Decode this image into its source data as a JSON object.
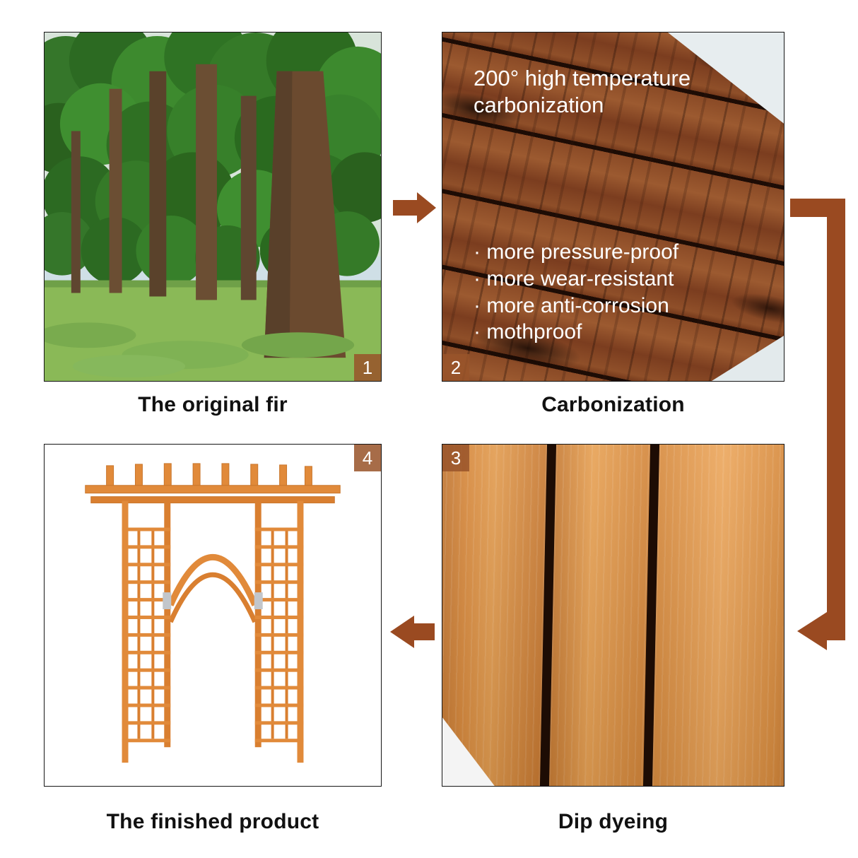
{
  "figure": {
    "steps": [
      {
        "badge": "1",
        "caption": "The original fir"
      },
      {
        "badge": "2",
        "caption": "Carbonization",
        "overlay_title_line1": "200° high temperature",
        "overlay_title_line2": "carbonization",
        "bullets": [
          "· more pressure-proof",
          "· more wear-resistant",
          "· more anti-corrosion",
          "· mothproof"
        ]
      },
      {
        "badge": "3",
        "caption": "Dip dyeing"
      },
      {
        "badge": "4",
        "caption": "The finished product"
      }
    ]
  },
  "colors": {
    "arrow": "#9a4a21",
    "badge-bg": "rgba(152,84,42,0.86)",
    "badge-text": "#ffffff",
    "caption-text": "#111111",
    "overlay-text": "#ffffff"
  }
}
